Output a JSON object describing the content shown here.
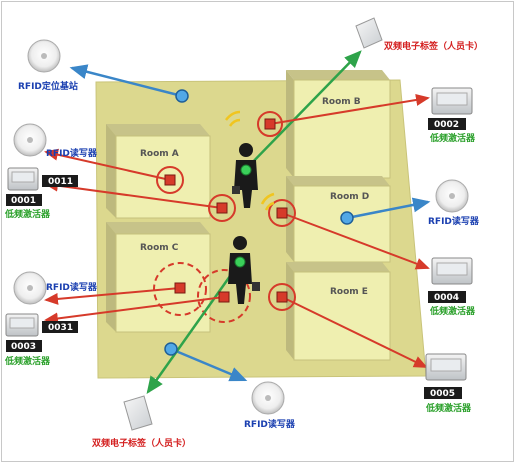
{
  "rooms": {
    "a": "Room A",
    "b": "Room B",
    "c": "Room C",
    "d": "Room D",
    "e": "Room E"
  },
  "labels": {
    "base_station": "RFID定位基站",
    "reader_left": "RFID读写器",
    "reader_right": "RFID读写器",
    "reader_bottom_left": "RFID读写器",
    "reader_bottom": "RFID读写器",
    "tag_top": "双频电子标签（人员卡）",
    "tag_bottom": "双频电子标签（人员卡）",
    "activator_0001": "低频激活器",
    "activator_0002": "低频激活器",
    "activator_0003": "低频激活器",
    "activator_0004": "低频激活器",
    "activator_0005": "低频激活器"
  },
  "ids": {
    "id_0011": "0011",
    "id_0001": "0001",
    "id_0002": "0002",
    "id_0003": "0003",
    "id_0031": "0031",
    "id_0004": "0004",
    "id_0005": "0005"
  },
  "colors": {
    "floor": "#dcd88e",
    "room": "#efefb0",
    "red_link": "#d63a2a",
    "blue_link": "#3a86c8",
    "green_link": "#2ea34a",
    "label_blue": "#1a3fb0",
    "label_red": "#d42020",
    "label_green": "#2aa02a"
  }
}
